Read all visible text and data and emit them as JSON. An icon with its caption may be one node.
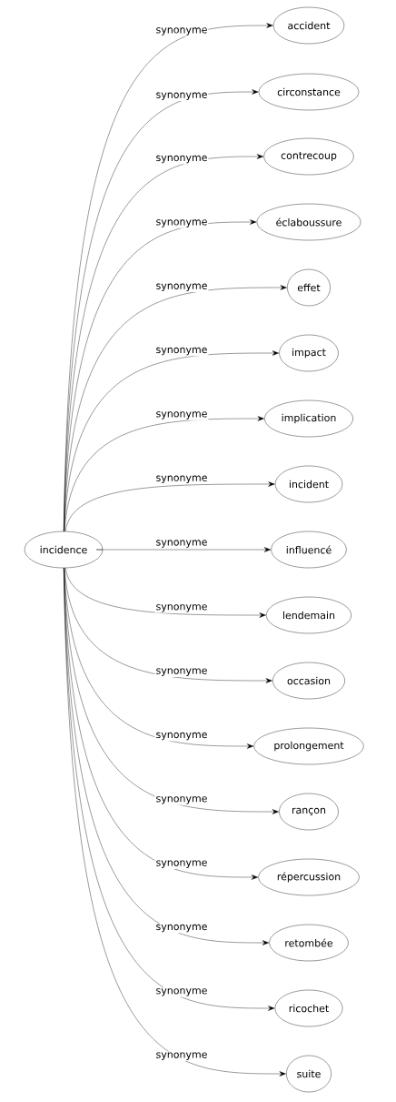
{
  "diagram": {
    "nodes": [
      {
        "text": [
          "incidence"
        ]
      },
      {
        "text": [
          "accident"
        ]
      },
      {
        "text": [
          "circonstance"
        ]
      },
      {
        "text": [
          "contrecoup"
        ]
      },
      {
        "text": [
          "éclaboussure"
        ]
      },
      {
        "text": [
          "effet"
        ]
      },
      {
        "text": [
          "impact"
        ]
      },
      {
        "text": [
          "implication"
        ]
      },
      {
        "text": [
          "incident"
        ]
      },
      {
        "text": [
          "influencé"
        ]
      },
      {
        "text": [
          "lendemain"
        ]
      },
      {
        "text": [
          "occasion"
        ]
      },
      {
        "text": [
          "prolongement"
        ]
      },
      {
        "text": [
          "rançon"
        ]
      },
      {
        "text": [
          "répercussion"
        ]
      },
      {
        "text": [
          "retombée"
        ]
      },
      {
        "text": [
          "ricochet"
        ]
      },
      {
        "text": [
          "suite"
        ]
      }
    ],
    "edges": [
      {
        "from": 0,
        "to": 1,
        "arrow": "to",
        "label": "synonyme"
      },
      {
        "from": 0,
        "to": 2,
        "arrow": "to",
        "label": "synonyme"
      },
      {
        "from": 0,
        "to": 3,
        "arrow": "to",
        "label": "synonyme"
      },
      {
        "from": 0,
        "to": 4,
        "arrow": "to",
        "label": "synonyme"
      },
      {
        "from": 0,
        "to": 5,
        "arrow": "to",
        "label": "synonyme"
      },
      {
        "from": 0,
        "to": 6,
        "arrow": "to",
        "label": "synonyme"
      },
      {
        "from": 0,
        "to": 7,
        "arrow": "to",
        "label": "synonyme"
      },
      {
        "from": 0,
        "to": 8,
        "arrow": "to",
        "label": "synonyme"
      },
      {
        "from": 0,
        "to": 9,
        "arrow": "to",
        "label": "synonyme"
      },
      {
        "from": 0,
        "to": 10,
        "arrow": "to",
        "label": "synonyme"
      },
      {
        "from": 0,
        "to": 11,
        "arrow": "to",
        "label": "synonyme"
      },
      {
        "from": 0,
        "to": 12,
        "arrow": "to",
        "label": "synonyme"
      },
      {
        "from": 0,
        "to": 13,
        "arrow": "to",
        "label": "synonyme"
      },
      {
        "from": 0,
        "to": 14,
        "arrow": "to",
        "label": "synonyme"
      },
      {
        "from": 0,
        "to": 15,
        "arrow": "to",
        "label": "synonyme"
      },
      {
        "from": 0,
        "to": 16,
        "arrow": "to",
        "label": "synonyme"
      },
      {
        "from": 0,
        "to": 17,
        "arrow": "to",
        "label": "synonyme"
      }
    ]
  }
}
